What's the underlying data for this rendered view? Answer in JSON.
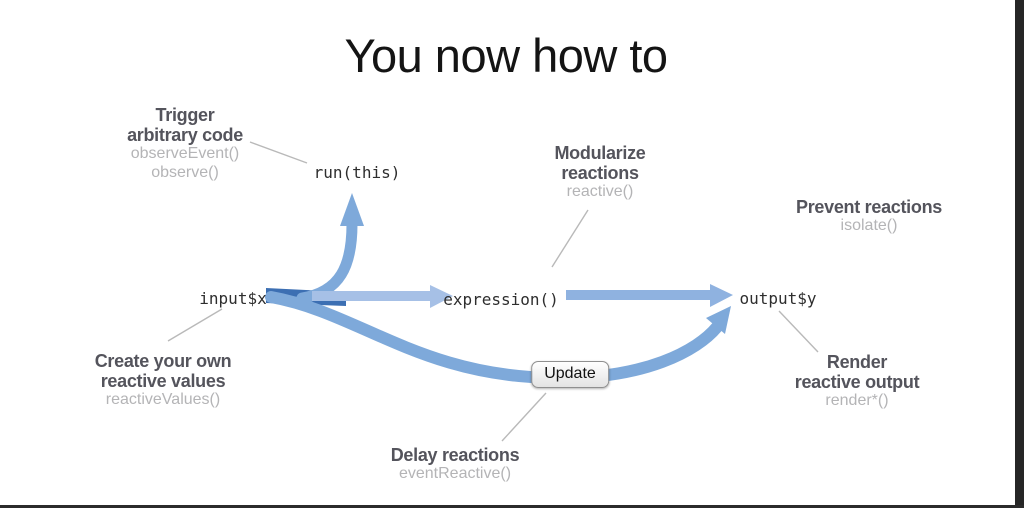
{
  "title": "You now how to",
  "nodes": {
    "run_this": "run(this)",
    "input": "input$x",
    "expression": "expression()",
    "output": "output$y",
    "update": "Update"
  },
  "annotations": {
    "trigger": {
      "line1": "Trigger",
      "line2": "arbitrary code",
      "fn1": "observeEvent()",
      "fn2": "observe()"
    },
    "modularize": {
      "line1": "Modularize",
      "line2": "reactions",
      "fn1": "reactive()"
    },
    "prevent": {
      "line1": "Prevent reactions",
      "fn1": "isolate()"
    },
    "create": {
      "line1": "Create your own",
      "line2": "reactive values",
      "fn1": "reactiveValues()"
    },
    "delay": {
      "line1": "Delay reactions",
      "fn1": "eventReactive()"
    },
    "render": {
      "line1": "Render",
      "line2": "reactive output",
      "fn1": "render*()"
    }
  },
  "colors": {
    "arrow_dark_blue": "#3c6fb3",
    "arrow_medium_blue": "#7ea9da",
    "arrow_light_blue": "#a6c0e6",
    "arrow_mid_blue": "#8fb2e0",
    "connector_gray": "#b9b9b9",
    "heading_gray": "#54545c",
    "function_gray": "#b4b4b6",
    "code_color": "#2e2e2e",
    "edge_bar": "#262626"
  }
}
